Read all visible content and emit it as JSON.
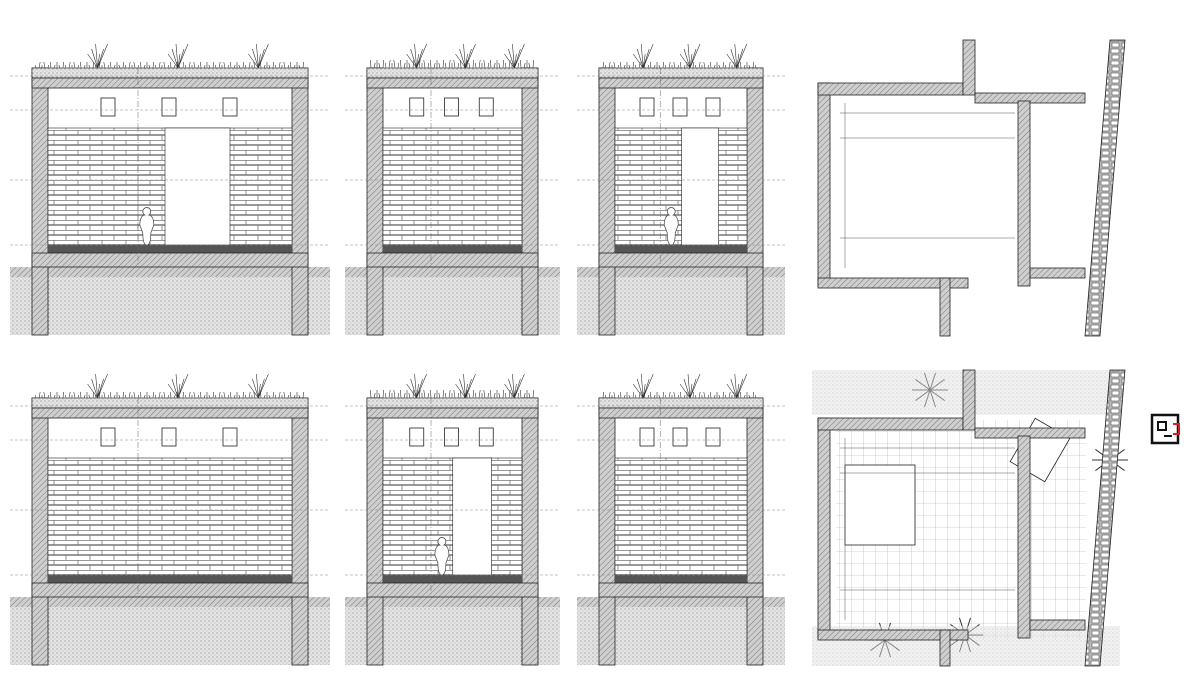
{
  "sheet": {
    "description_kind": "architectural sections and plans",
    "colors": {
      "line": "#222222",
      "hatch": "#9a9a9a",
      "ground": "#d9d9d9",
      "brick": "#6f6f6f",
      "wall_fill": "#bdbdbd",
      "marker": "#d62020"
    },
    "sections": [
      {
        "id": "section-a",
        "row": 1,
        "col": 1,
        "figure": true
      },
      {
        "id": "section-b",
        "row": 1,
        "col": 2,
        "figure": false
      },
      {
        "id": "section-c",
        "row": 1,
        "col": 3,
        "figure": true
      },
      {
        "id": "section-d",
        "row": 2,
        "col": 1,
        "figure": false
      },
      {
        "id": "section-e",
        "row": 2,
        "col": 2,
        "figure": true
      },
      {
        "id": "section-f",
        "row": 2,
        "col": 3,
        "figure": false
      }
    ],
    "plans": [
      {
        "id": "plan-structure",
        "row": 1
      },
      {
        "id": "plan-furnished",
        "row": 2
      }
    ],
    "key_plan": {
      "id": "key-plan",
      "highlight": "#d62020"
    }
  }
}
